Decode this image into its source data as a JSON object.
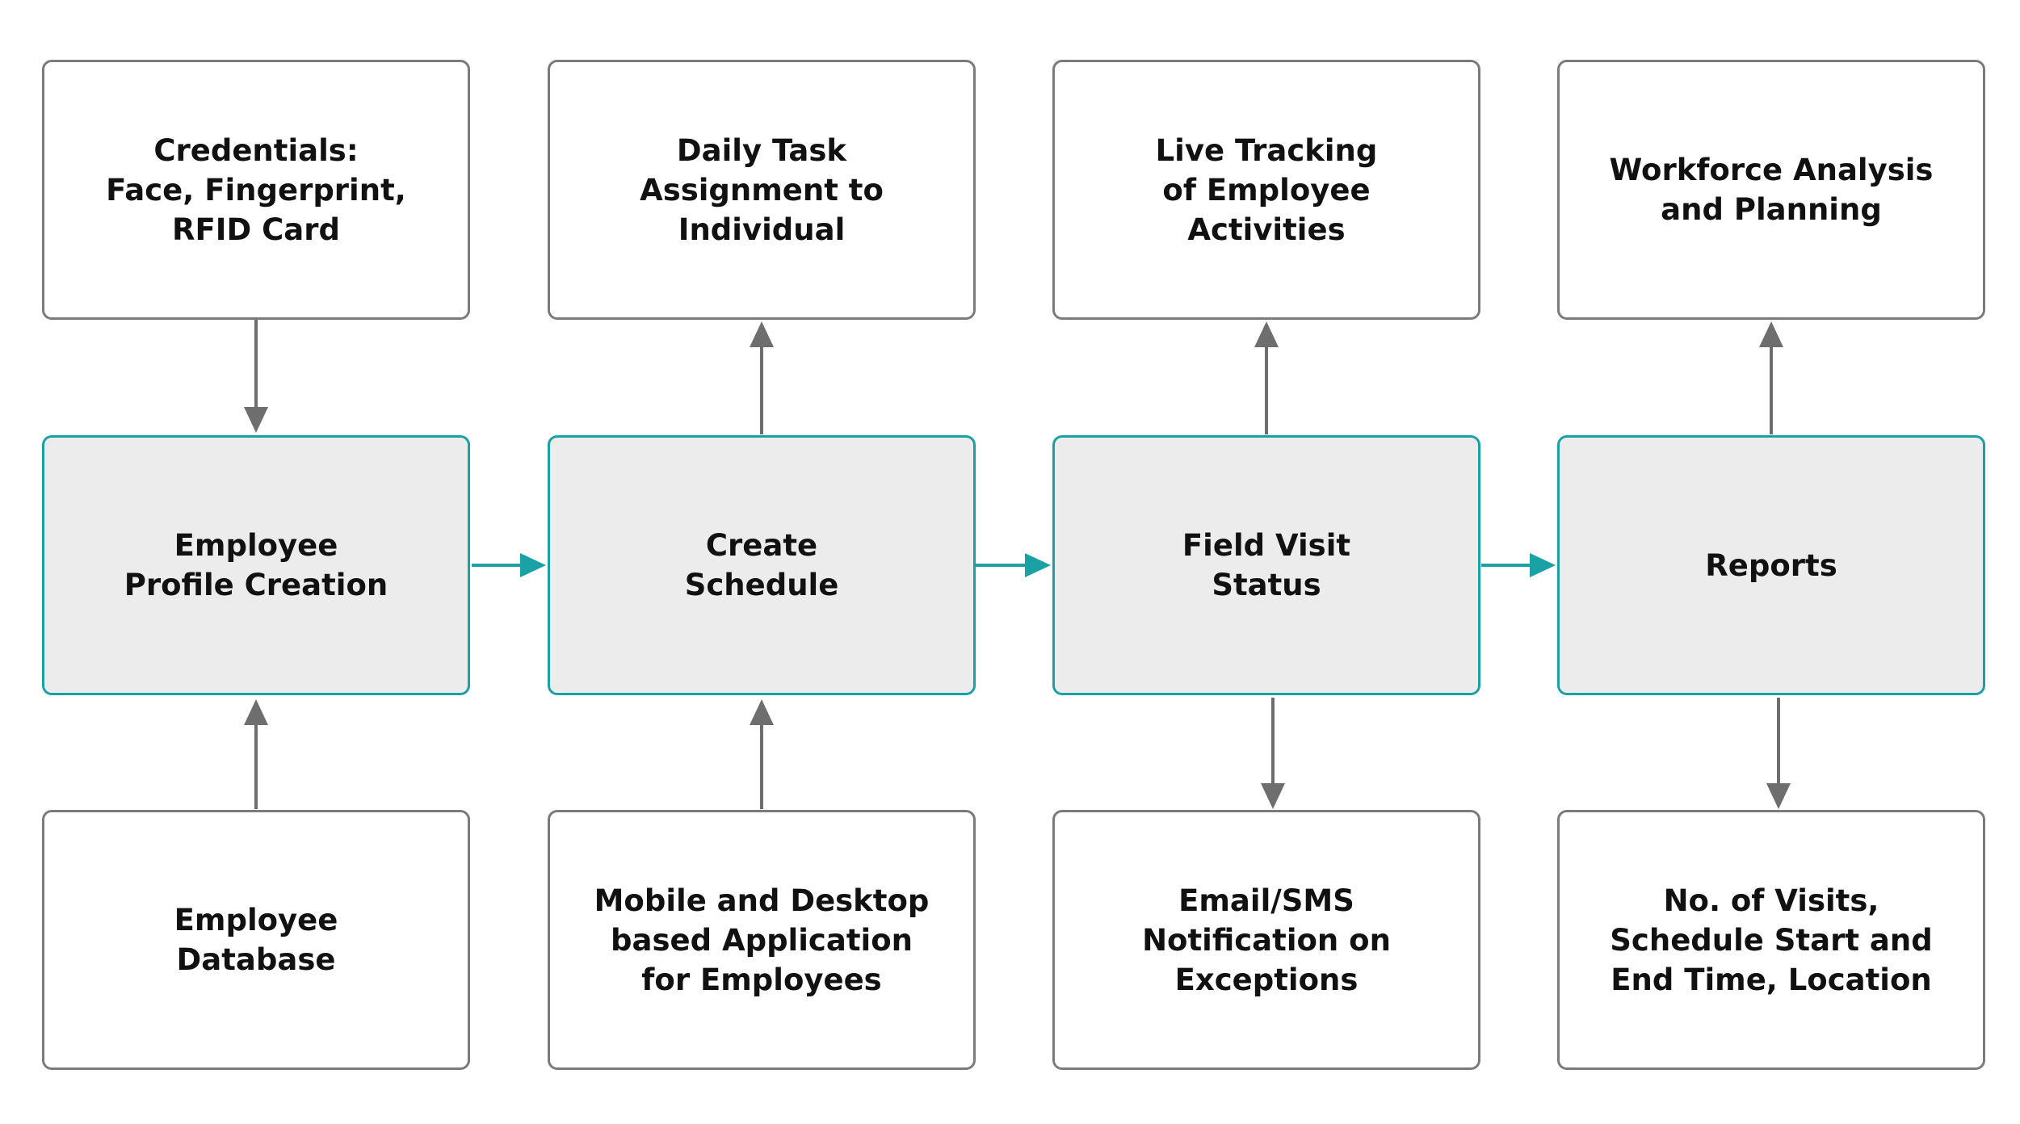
{
  "colors": {
    "core_fill": "#ececec",
    "core_border": "#1aa1a5",
    "outer_border": "#7b7b7b",
    "flow_arrow": "#1aa1a5",
    "side_arrow": "#6e6e6e",
    "text": "#111111"
  },
  "columns": [
    {
      "top": {
        "label": "Credentials:\nFace, Fingerprint,\nRFID Card"
      },
      "core": {
        "label": "Employee\nProfile Creation"
      },
      "bottom": {
        "label": "Employee\nDatabase"
      }
    },
    {
      "top": {
        "label": "Daily Task\nAssignment to\nIndividual"
      },
      "core": {
        "label": "Create\nSchedule"
      },
      "bottom": {
        "label": "Mobile and Desktop\nbased Application\nfor Employees"
      }
    },
    {
      "top": {
        "label": "Live Tracking\nof Employee\nActivities"
      },
      "core": {
        "label": "Field Visit\nStatus"
      },
      "bottom": {
        "label": "Email/SMS\nNotification on\nExceptions"
      }
    },
    {
      "top": {
        "label": "Workforce Analysis\nand Planning"
      },
      "core": {
        "label": "Reports"
      },
      "bottom": {
        "label": "No. of Visits,\nSchedule Start and\nEnd Time, Location"
      }
    }
  ]
}
